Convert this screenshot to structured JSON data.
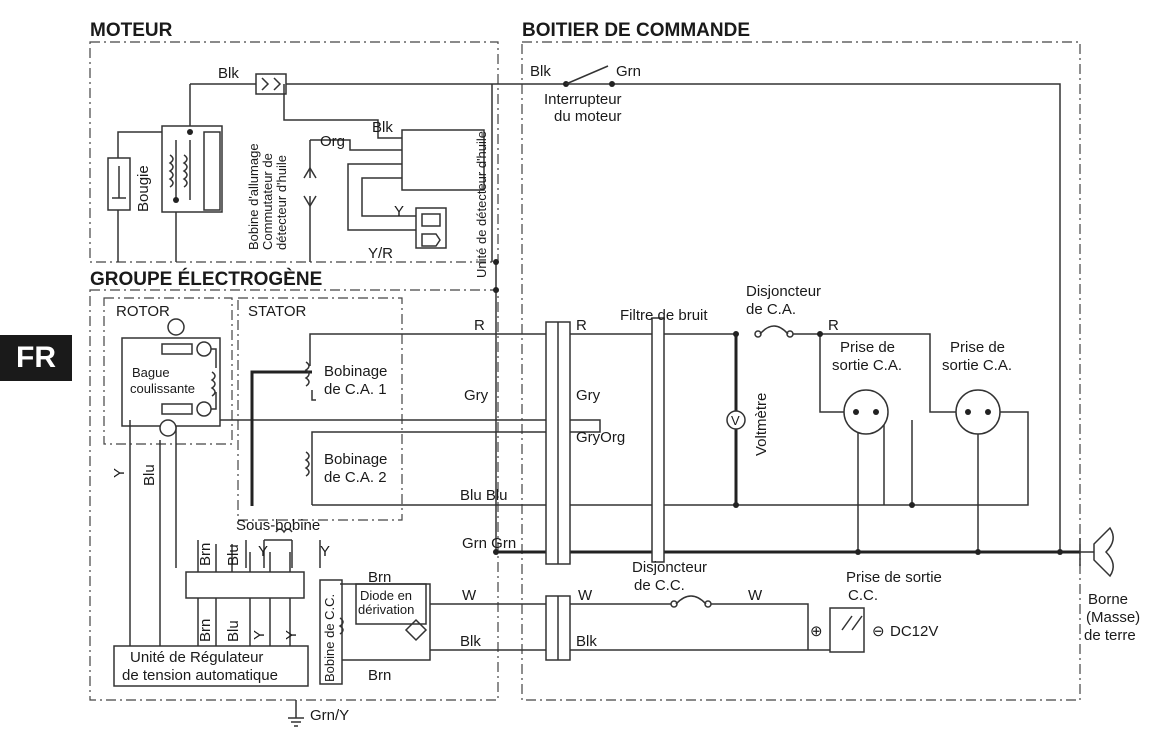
{
  "badge": "FR",
  "sections": {
    "moteur": "MOTEUR",
    "boitier": "BOITIER DE COMMANDE",
    "groupe": "GROUPE ÉLECTROGÈNE",
    "rotor": "ROTOR",
    "stator": "STATOR"
  },
  "labels": {
    "blk_top": "Blk",
    "blk_switch": "Blk",
    "grn_switch": "Grn",
    "interrupteur_1": "Interrupteur",
    "interrupteur_2": "du moteur",
    "blk_oil": "Blk",
    "org": "Org",
    "bougie": "Bougie",
    "bobine_allumage": "Bobine d'allumage",
    "commutateur_1": "Commutateur de",
    "commutateur_2": "détecteur d'huile",
    "y_oil": "Y",
    "yr_oil": "Y/R",
    "unite_detecteur": "Unité de détecteur d'huile",
    "r_left": "R",
    "r_mid": "R",
    "filtre": "Filtre de bruit",
    "disj_ca_1": "Disjoncteur",
    "disj_ca_2": "de C.A.",
    "r_right": "R",
    "prise1_1": "Prise de",
    "prise1_2": "sortie C.A.",
    "prise2_1": "Prise de",
    "prise2_2": "sortie C.A.",
    "bague_1": "Bague",
    "bague_2": "coulissante",
    "bobinage1_1": "Bobinage",
    "bobinage1_2": "de C.A. 1",
    "gry_left": "Gry",
    "gry_mid": "Gry",
    "gryorg": "GryOrg",
    "voltmetre": "Voltmètre",
    "voltmeter_symbol": "V",
    "y_left": "Y",
    "blu_left": "Blu",
    "bobinage2_1": "Bobinage",
    "bobinage2_2": "de C.A. 2",
    "blu_blu": "Blu Blu",
    "sous_bobine": "Sous-bobine",
    "brn_1": "Brn",
    "blu_1": "Blu",
    "y_1": "Y",
    "y_2": "Y",
    "grn_grn": "Grn Grn",
    "disj_cc_1": "Disjoncteur",
    "disj_cc_2": "de C.C.",
    "prise_cc_1": "Prise de sortie",
    "prise_cc_2": "C.C.",
    "brn_2": "Brn",
    "diode_1": "Diode en",
    "diode_2": "dérivation",
    "w_left": "W",
    "w_mid": "W",
    "w_right": "W",
    "bobine_cc": "Bobine de C.C.",
    "plus": "⊕",
    "minus": "⊖",
    "dc12v": "DC12V",
    "brn_3": "Brn",
    "blu_3": "Blu",
    "y_3": "Y",
    "y_4": "Y",
    "blk_left": "Blk",
    "blk_mid": "Blk",
    "brn_4": "Brn",
    "regulateur_1": "Unité de Régulateur",
    "regulateur_2": "de tension automatique",
    "grn_y": "Grn/Y",
    "borne_1": "Borne",
    "borne_2": "(Masse)",
    "borne_3": "de terre"
  }
}
